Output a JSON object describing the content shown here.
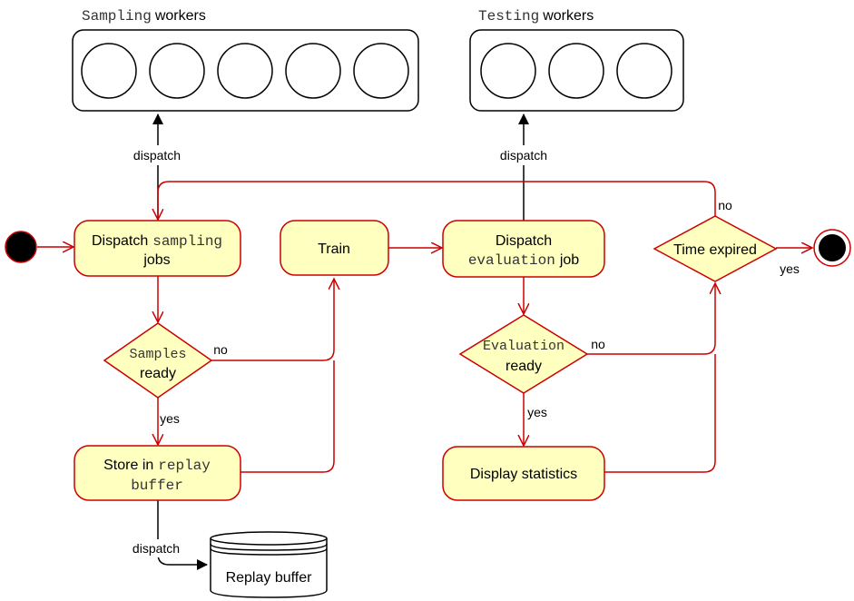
{
  "pools": {
    "sampling": {
      "title_mono": "Sampling",
      "title_rest": "workers",
      "worker_count": 5
    },
    "testing": {
      "title_mono": "Testing",
      "title_rest": "workers",
      "worker_count": 3
    }
  },
  "nodes": {
    "dispatch_sampling": {
      "line1_a": "Dispatch",
      "line1_b": "sampling",
      "line2": "jobs"
    },
    "train": {
      "label": "Train"
    },
    "dispatch_evaluation": {
      "line1": "Dispatch",
      "line2_a": "evaluation",
      "line2_b": "job"
    },
    "samples_ready": {
      "line1": "Samples",
      "line2": "ready"
    },
    "evaluation_ready": {
      "line1": "Evaluation",
      "line2": "ready"
    },
    "time_expired": {
      "label": "Time expired"
    },
    "store_replay": {
      "line1_a": "Store in",
      "line1_b": "replay",
      "line2": "buffer"
    },
    "display_statistics": {
      "label": "Display statistics"
    },
    "replay_buffer": {
      "label": "Replay buffer"
    }
  },
  "edge_labels": {
    "dispatch_sampling_up": "dispatch",
    "dispatch_testing_up": "dispatch",
    "dispatch_replay": "dispatch",
    "samples_no": "no",
    "samples_yes": "yes",
    "evaluation_no": "no",
    "evaluation_yes": "yes",
    "time_no": "no",
    "time_yes": "yes"
  },
  "colors": {
    "node_fill": "#ffffc0",
    "node_stroke": "#cc0000",
    "flow_edge": "#cc0000",
    "dispatch_edge": "#000000"
  }
}
